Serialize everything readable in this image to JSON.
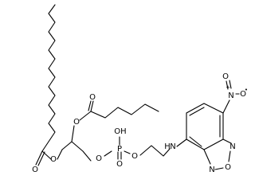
{
  "labels": {
    "o_ester1_bridge": "O",
    "o_ester1_carbonyl": "O",
    "o_ester2_bridge": "O",
    "o_ester2_carbonyl": "O",
    "o_glycerol_phosphate": "O",
    "phosphorus": "P",
    "oh_phosphate": "OH",
    "o_phosphate_double": "O",
    "o_phosphate_ethyl": "O",
    "amine": "N",
    "amine_h": "H",
    "nitro_n": "N",
    "nitro_plus": "+",
    "nitro_o_double": "O",
    "nitro_o_single": "O",
    "nitro_o_radical": "•",
    "ring_n_top": "N",
    "ring_o": "O",
    "ring_n_bottom": "N"
  }
}
